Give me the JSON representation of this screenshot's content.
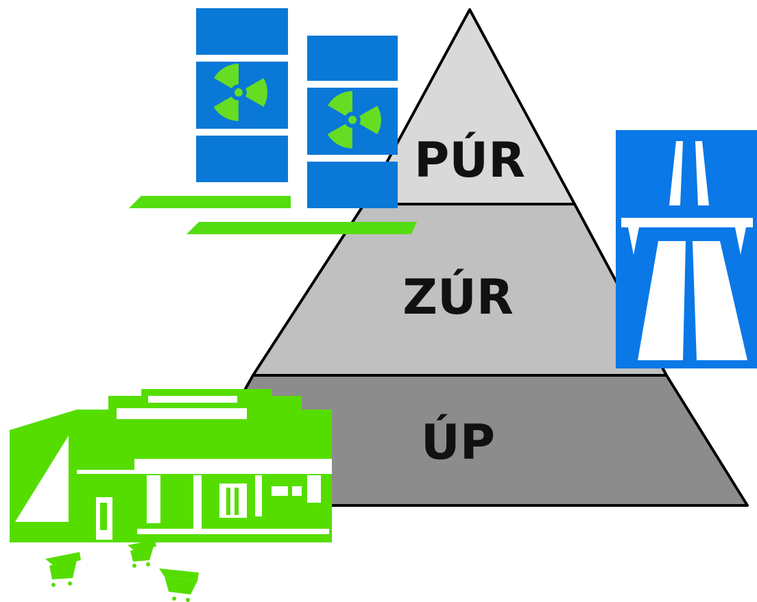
{
  "pyramid": {
    "levels": [
      {
        "label": "PÚR",
        "fill": "#d9d9d9"
      },
      {
        "label": "ZÚR",
        "fill": "#c0c0c0"
      },
      {
        "label": "ÚP",
        "fill": "#8c8c8c"
      }
    ],
    "outline": "#000000"
  },
  "icons": {
    "barrels": {
      "name": "radioactive-barrels-icon",
      "body": "#0a78d7",
      "symbol": "#66dd22",
      "base": "#55dd11"
    },
    "motorway": {
      "name": "motorway-sign-icon",
      "bg": "#0a78e6",
      "road": "#ffffff"
    },
    "store": {
      "name": "shopping-center-icon",
      "color": "#55dd00"
    },
    "carts": {
      "name": "shopping-cart-icon",
      "color": "#55dd00"
    }
  }
}
